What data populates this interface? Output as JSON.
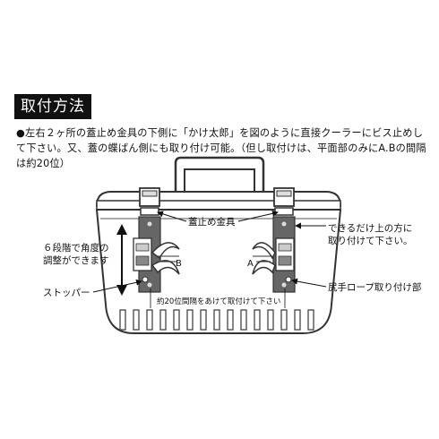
{
  "title": "取付方法",
  "description": "●左右２ヶ所の蓋止め金具の下側に「かけ太郎」を図のように直接クーラーにビス止めして下さい。又、蓋の蝶ばん側にも取り付け可能。（但し取付けは、平面部のみにA.Bの間隔は約20位）",
  "labels": {
    "lid_clasp": "蓋止め金具",
    "mount_high_1": "できるだけ上の方に",
    "mount_high_2": "取り付けて下さい。",
    "angle_1": "６段階で角度の",
    "angle_2": "調整ができます",
    "stopper": "ストッパー",
    "rope": "尻手ロープ取り付け部",
    "spacing": "約20位間隔をあけて取付けて下さい",
    "mark_a": "A",
    "mark_b": "B"
  }
}
